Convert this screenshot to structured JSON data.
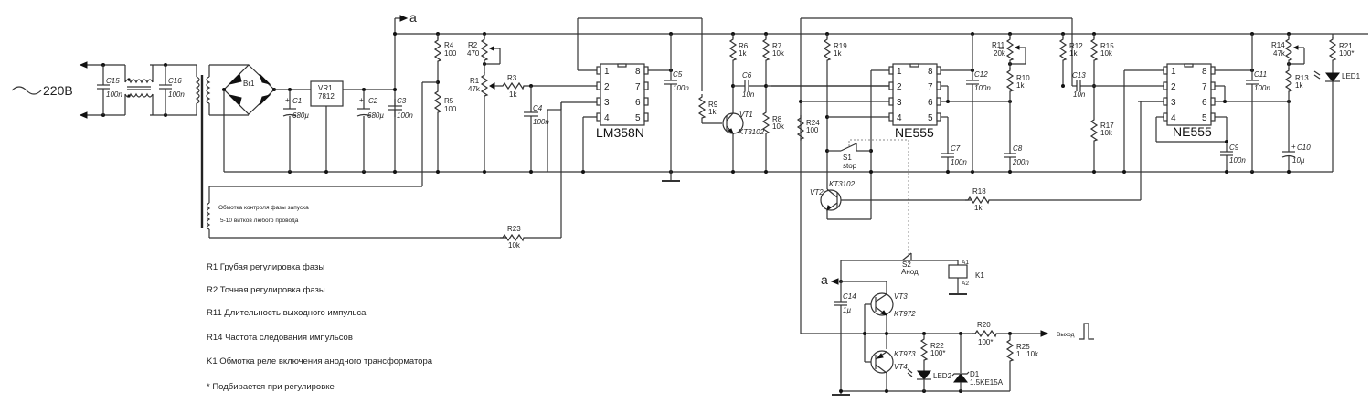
{
  "mains": {
    "symbol": "~",
    "label": "220В"
  },
  "net_label": "a",
  "ics": {
    "u1": {
      "name": "LM358N",
      "pins_left": [
        "1",
        "2",
        "3",
        "4"
      ],
      "pins_right": [
        "8",
        "7",
        "6",
        "5"
      ]
    },
    "u2": {
      "name": "NE555",
      "pins_left": [
        "1",
        "2",
        "3",
        "4"
      ],
      "pins_right": [
        "8",
        "7",
        "6",
        "5"
      ]
    },
    "u3": {
      "name": "NE555",
      "pins_left": [
        "1",
        "2",
        "3",
        "4"
      ],
      "pins_right": [
        "8",
        "7",
        "6",
        "5"
      ]
    }
  },
  "regulator": {
    "ref": "VR1",
    "value": "7812"
  },
  "bridge": {
    "ref": "Br1"
  },
  "components": {
    "C15": {
      "ref": "C15",
      "value": "100n"
    },
    "C16": {
      "ref": "C16",
      "value": "100n"
    },
    "C1": {
      "ref": "C1",
      "value": "680µ"
    },
    "C2": {
      "ref": "C2",
      "value": "680µ"
    },
    "C3": {
      "ref": "C3",
      "value": "100n"
    },
    "C4": {
      "ref": "C4",
      "value": "100n"
    },
    "C5": {
      "ref": "C5",
      "value": "100n"
    },
    "C6": {
      "ref": "C6",
      "value": "10n"
    },
    "C7": {
      "ref": "C7",
      "value": "100n"
    },
    "C8": {
      "ref": "C8",
      "value": "200n"
    },
    "C9": {
      "ref": "C9",
      "value": "100n"
    },
    "C10": {
      "ref": "C10",
      "value": "10µ"
    },
    "C11": {
      "ref": "C11",
      "value": "100n"
    },
    "C12": {
      "ref": "C12",
      "value": "100n"
    },
    "C13": {
      "ref": "C13",
      "value": "10n"
    },
    "C14": {
      "ref": "C14",
      "value": "1µ"
    },
    "R1": {
      "ref": "R1",
      "value": "47k"
    },
    "R2": {
      "ref": "R2",
      "value": "470"
    },
    "R3": {
      "ref": "R3",
      "value": "1k"
    },
    "R4": {
      "ref": "R4",
      "value": "100"
    },
    "R5": {
      "ref": "R5",
      "value": "100"
    },
    "R6": {
      "ref": "R6",
      "value": "1k"
    },
    "R7": {
      "ref": "R7",
      "value": "10k"
    },
    "R8": {
      "ref": "R8",
      "value": "10k"
    },
    "R9": {
      "ref": "R9",
      "value": "1k"
    },
    "R10": {
      "ref": "R10",
      "value": "1k"
    },
    "R11": {
      "ref": "R11",
      "value": "20k"
    },
    "R12": {
      "ref": "R12",
      "value": "1k"
    },
    "R13": {
      "ref": "R13",
      "value": "1k"
    },
    "R14": {
      "ref": "R14",
      "value": "47k"
    },
    "R15": {
      "ref": "R15",
      "value": "10k"
    },
    "R17": {
      "ref": "R17",
      "value": "10k"
    },
    "R18": {
      "ref": "R18",
      "value": "1k"
    },
    "R19": {
      "ref": "R19",
      "value": "1k"
    },
    "R20": {
      "ref": "R20",
      "value": "100*"
    },
    "R21": {
      "ref": "R21",
      "value": "100*"
    },
    "R22": {
      "ref": "R22",
      "value": "100*"
    },
    "R23": {
      "ref": "R23",
      "value": "10k"
    },
    "R24": {
      "ref": "R24",
      "value": "100"
    },
    "R25": {
      "ref": "R25",
      "value": "1...10k"
    },
    "VT1": {
      "ref": "VT1",
      "value": "KT3102"
    },
    "VT2": {
      "ref": "VT2",
      "value": "KT3102"
    },
    "VT3": {
      "ref": "VT3",
      "value": "KT972"
    },
    "VT4": {
      "ref": "VT4",
      "value": "KT973"
    },
    "LED1": {
      "ref": "LED1"
    },
    "LED2": {
      "ref": "LED2"
    },
    "D1": {
      "ref": "D1",
      "value": "1.5KE15A"
    },
    "S1": {
      "ref": "S1",
      "value": "stop"
    },
    "S2": {
      "ref": "S2",
      "value": "Анод"
    },
    "K1": {
      "ref": "K1",
      "pin_a1": "A1",
      "pin_a2": "A2"
    }
  },
  "winding_notes": [
    "Обмотка контроля фазы запуска",
    "5-10 витков любого провода"
  ],
  "output": {
    "label": "Выход"
  },
  "notes": [
    "R1 Грубая регулировка фазы",
    "R2 Точная регулировка фазы",
    "R11 Длительность выходного импульса",
    "R14 Частота следования импульсов",
    "K1 Обмотка реле включения анодного трансформатора",
    "* Подбирается при регулировке"
  ]
}
